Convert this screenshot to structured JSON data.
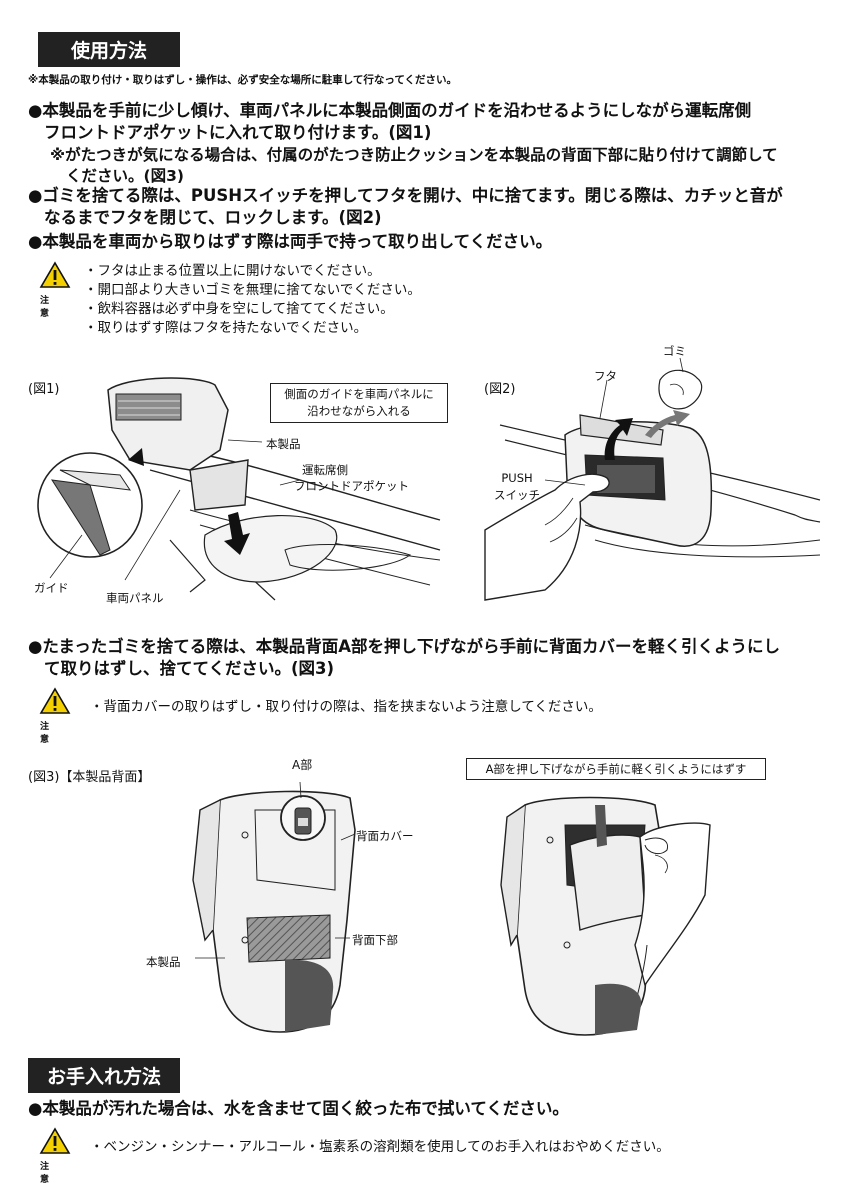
{
  "usage": {
    "title": "使用方法",
    "note": "※本製品の取り付け・取りはずし・操作は、必ず安全な場所に駐車して行なってください。",
    "bullet1": [
      "●本製品を手前に少し傾け、車両パネルに本製品側面のガイドを沿わせるようにしながら運転席側",
      "フロントドアポケットに入れて取り付けます。(図1)"
    ],
    "sub1": [
      "※がたつきが気になる場合は、付属のがたつき防止クッションを本製品の背面下部に貼り付けて調節して",
      "ください。(図3)"
    ],
    "bullet2": [
      "●ゴミを捨てる際は、PUSHスイッチを押してフタを開け、中に捨てます。閉じる際は、カチッと音が",
      "なるまでフタを閉じて、ロックします。(図2)"
    ],
    "bullet3": "●本製品を車両から取りはずす際は両手で持って取り出してください。",
    "caution_word": "注 意",
    "cautions": [
      "・フタは止まる位置以上に開けないでください。",
      "・開口部より大きいゴミを無理に捨てないでください。",
      "・飲料容器は必ず中身を空にして捨ててください。",
      "・取りはずす際はフタを持たないでください。"
    ]
  },
  "fig1": {
    "label": "(図1)",
    "box": [
      "側面のガイドを車両パネルに",
      "沿わせながら入れる"
    ],
    "product": "本製品",
    "pocket": [
      "運転席側",
      "フロントドアポケット"
    ],
    "guide": "ガイド",
    "panel": "車両パネル"
  },
  "fig2": {
    "label": "(図2)",
    "trash": "ゴミ",
    "lid": "フタ",
    "push": [
      "PUSH",
      "スイッチ"
    ]
  },
  "removal": {
    "bullet": [
      "●たまったゴミを捨てる際は、本製品背面A部を押し下げながら手前に背面カバーを軽く引くようにし",
      "て取りはずし、捨ててください。(図3)"
    ],
    "caution_word": "注 意",
    "caution": "・背面カバーの取りはずし・取り付けの際は、指を挟まないよう注意してください。"
  },
  "fig3": {
    "label": "(図3)【本製品背面】",
    "a_part": "A部",
    "back_cover": "背面カバー",
    "back_bottom": "背面下部",
    "product": "本製品",
    "box": "A部を押し下げながら手前に軽く引くようにはずす"
  },
  "care": {
    "title": "お手入れ方法",
    "bullet": "●本製品が汚れた場合は、水を含ませて固く絞った布で拭いてください。",
    "caution_word": "注 意",
    "caution": "・ベンジン・シンナー・アルコール・塩素系の溶剤類を使用してのお手入れはおやめください。"
  },
  "colors": {
    "header_bg": "#222222",
    "warn_yellow": "#f5d000"
  }
}
